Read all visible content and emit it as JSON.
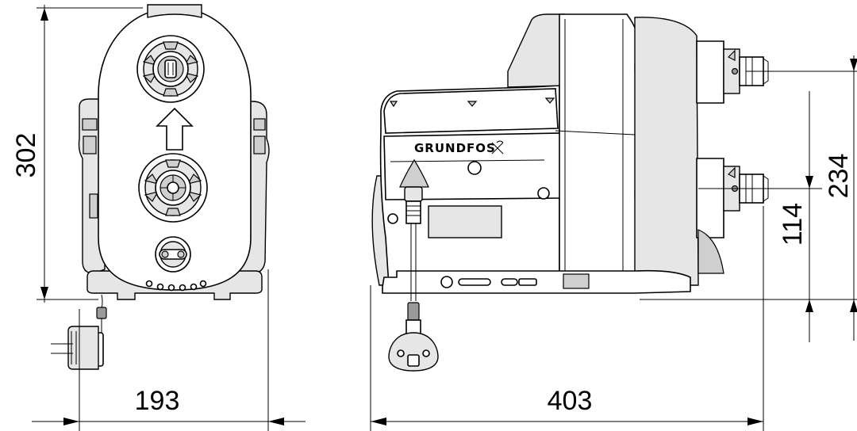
{
  "dimensions": {
    "height_total": "302",
    "width_front": "193",
    "length_side": "403",
    "outlet_height": "234",
    "inlet_height": "114"
  },
  "branding": {
    "logo": "GRUNDFOS"
  }
}
